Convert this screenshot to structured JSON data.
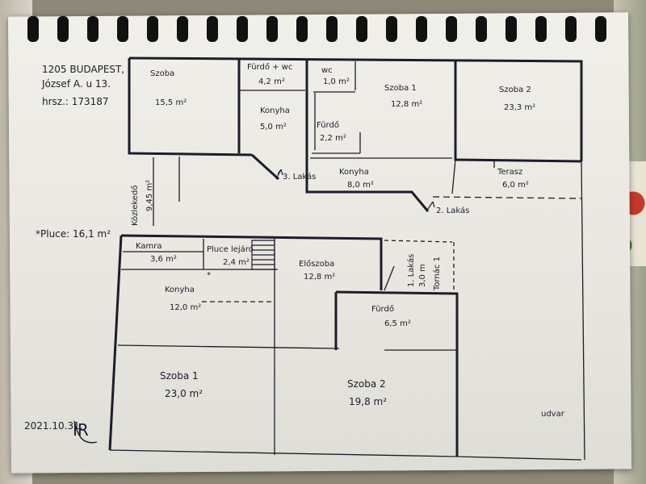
{
  "header": {
    "address_line1": "1205 BUDAPEST,",
    "address_line2": "József A. u 13.",
    "hrsz": "hrsz.: 173187"
  },
  "pluce_note": "*Pluce: 16,1 m²",
  "date": "2021.10.31.",
  "signature": "IR",
  "upper_floor": {
    "rooms": [
      {
        "name": "Szoba",
        "area": "15,5 m²"
      },
      {
        "name": "Fürdő + wc",
        "area": "4,2 m²"
      },
      {
        "name": "wc",
        "area": "1,0 m²"
      },
      {
        "name": "Konyha",
        "area": "5,0 m²"
      },
      {
        "name": "Fürdő",
        "area": "2,2 m²"
      },
      {
        "name": "Szoba 1",
        "area": "12,8 m²"
      },
      {
        "name": "Szoba 2",
        "area": "23,3 m²"
      },
      {
        "name": "Konyha",
        "area": "8,0 m²"
      },
      {
        "name": "Terasz",
        "area": "6,0 m²"
      }
    ],
    "corridor": {
      "name": "Közlekedő",
      "area": "9,45 m²"
    },
    "stairs": [
      "3. Lakás",
      "2. Lakás"
    ]
  },
  "lower_floor": {
    "rooms": [
      {
        "name": "Kamra",
        "area": "3,6 m²"
      },
      {
        "name": "Pluce lejáró",
        "area": "2,4 m²"
      },
      {
        "name": "Előszoba",
        "area": "12,8 m²"
      },
      {
        "name": "Konyha",
        "area": "12,0 m²"
      },
      {
        "name": "Fürdő",
        "area": "6,5 m²"
      },
      {
        "name": "Szoba 1",
        "area": "23,0 m²"
      },
      {
        "name": "Szoba 2",
        "area": "19,8 m²"
      }
    ],
    "entry": {
      "label": "1. Lakás",
      "area": "3,0 m",
      "extra": "Tornác 1"
    }
  },
  "yard_label": "udvar",
  "colors": {
    "ink": "#1c1d2a",
    "paper": "#efede7",
    "binding": "#111111"
  }
}
